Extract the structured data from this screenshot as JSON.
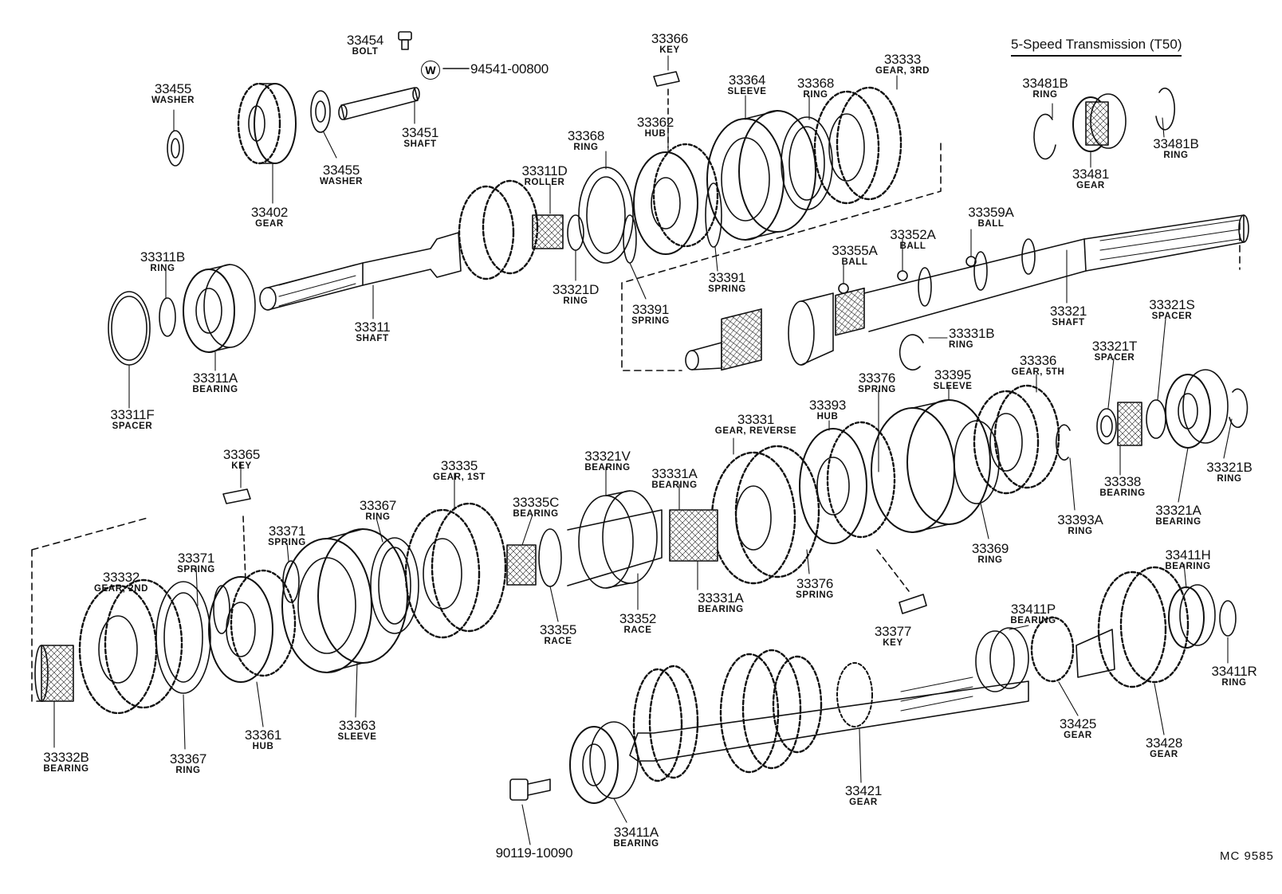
{
  "title": "5-Speed Transmission (T50)",
  "diagram_code": "MC 9585",
  "washer_mark": "W",
  "labels": {
    "p33454": {
      "num": "33454",
      "name": "BOLT"
    },
    "p94541": {
      "num": "94541-00800",
      "name": ""
    },
    "p33455a": {
      "num": "33455",
      "name": "WASHER"
    },
    "p33455b": {
      "num": "33455",
      "name": "WASHER"
    },
    "p33451": {
      "num": "33451",
      "name": "SHAFT"
    },
    "p33402": {
      "num": "33402",
      "name": "GEAR"
    },
    "p33366": {
      "num": "33366",
      "name": "KEY"
    },
    "p33364": {
      "num": "33364",
      "name": "SLEEVE"
    },
    "p33368a": {
      "num": "33368",
      "name": "RING"
    },
    "p33333": {
      "num": "33333",
      "name": "GEAR, 3RD"
    },
    "p33362": {
      "num": "33362",
      "name": "HUB"
    },
    "p33368b": {
      "num": "33368",
      "name": "RING"
    },
    "p33311D": {
      "num": "33311D",
      "name": "ROLLER"
    },
    "p33481B_a": {
      "num": "33481B",
      "name": "RING"
    },
    "p33481": {
      "num": "33481",
      "name": "GEAR"
    },
    "p33481B_b": {
      "num": "33481B",
      "name": "RING"
    },
    "p33311B": {
      "num": "33311B",
      "name": "RING"
    },
    "p33311": {
      "num": "33311",
      "name": "SHAFT"
    },
    "p33311A": {
      "num": "33311A",
      "name": "BEARING"
    },
    "p33311F": {
      "num": "33311F",
      "name": "SPACER"
    },
    "p33321D": {
      "num": "33321D",
      "name": "RING"
    },
    "p33391a": {
      "num": "33391",
      "name": "SPRING"
    },
    "p33391b": {
      "num": "33391",
      "name": "SPRING"
    },
    "p33359A": {
      "num": "33359A",
      "name": "BALL"
    },
    "p33352A": {
      "num": "33352A",
      "name": "BALL"
    },
    "p33355A": {
      "num": "33355A",
      "name": "BALL"
    },
    "p33321": {
      "num": "33321",
      "name": "SHAFT"
    },
    "p33331B": {
      "num": "33331B",
      "name": "RING"
    },
    "p33321S": {
      "num": "33321S",
      "name": "SPACER"
    },
    "p33321T": {
      "num": "33321T",
      "name": "SPACER"
    },
    "p33336": {
      "num": "33336",
      "name": "GEAR, 5TH"
    },
    "p33395": {
      "num": "33395",
      "name": "SLEEVE"
    },
    "p33376a": {
      "num": "33376",
      "name": "SPRING"
    },
    "p33393": {
      "num": "33393",
      "name": "HUB"
    },
    "p33331": {
      "num": "33331",
      "name": "GEAR, REVERSE"
    },
    "p33338": {
      "num": "33338",
      "name": "BEARING"
    },
    "p33321B": {
      "num": "33321B",
      "name": "RING"
    },
    "p33321A": {
      "num": "33321A",
      "name": "BEARING"
    },
    "p33393A": {
      "num": "33393A",
      "name": "RING"
    },
    "p33369": {
      "num": "33369",
      "name": "RING"
    },
    "p33365": {
      "num": "33365",
      "name": "KEY"
    },
    "p33335": {
      "num": "33335",
      "name": "GEAR, 1ST"
    },
    "p33321V": {
      "num": "33321V",
      "name": "BEARING"
    },
    "p33331A_a": {
      "num": "33331A",
      "name": "BEARING"
    },
    "p33335C": {
      "num": "33335C",
      "name": "BEARING"
    },
    "p33367a": {
      "num": "33367",
      "name": "RING"
    },
    "p33371a": {
      "num": "33371",
      "name": "SPRING"
    },
    "p33371b": {
      "num": "33371",
      "name": "SPRING"
    },
    "p33332": {
      "num": "33332",
      "name": "GEAR, 2ND"
    },
    "p33331A_b": {
      "num": "33331A",
      "name": "BEARING"
    },
    "p33376b": {
      "num": "33376",
      "name": "SPRING"
    },
    "p33355": {
      "num": "33355",
      "name": "RACE"
    },
    "p33352": {
      "num": "33352",
      "name": "RACE"
    },
    "p33377": {
      "num": "33377",
      "name": "KEY"
    },
    "p33411H": {
      "num": "33411H",
      "name": "BEARING"
    },
    "p33411P": {
      "num": "33411P",
      "name": "BEARING"
    },
    "p33411R": {
      "num": "33411R",
      "name": "RING"
    },
    "p33425": {
      "num": "33425",
      "name": "GEAR"
    },
    "p33428": {
      "num": "33428",
      "name": "GEAR"
    },
    "p33421": {
      "num": "33421",
      "name": "GEAR"
    },
    "p33361": {
      "num": "33361",
      "name": "HUB"
    },
    "p33363": {
      "num": "33363",
      "name": "SLEEVE"
    },
    "p33332B": {
      "num": "33332B",
      "name": "BEARING"
    },
    "p33367b": {
      "num": "33367",
      "name": "RING"
    },
    "p33411A": {
      "num": "33411A",
      "name": "BEARING"
    },
    "p90119": {
      "num": "90119-10090",
      "name": ""
    }
  }
}
